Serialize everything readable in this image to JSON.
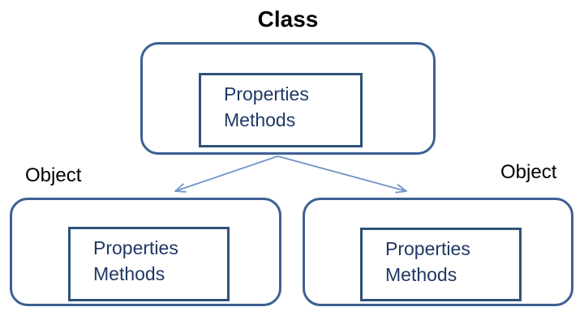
{
  "diagram": {
    "title": "Class",
    "class_box": {
      "lines": [
        "Properties",
        "Methods"
      ]
    },
    "objects": [
      {
        "label": "Object",
        "lines": [
          "Properties",
          "Methods"
        ]
      },
      {
        "label": "Object",
        "lines": [
          "Properties",
          "Methods"
        ]
      }
    ]
  },
  "colors": {
    "box_border": "#3c6093",
    "inner_border": "#2f5279",
    "inner_text": "#1f3864",
    "label_text": "#000000",
    "arrow": "#6f94c6",
    "background": "#ffffff"
  }
}
